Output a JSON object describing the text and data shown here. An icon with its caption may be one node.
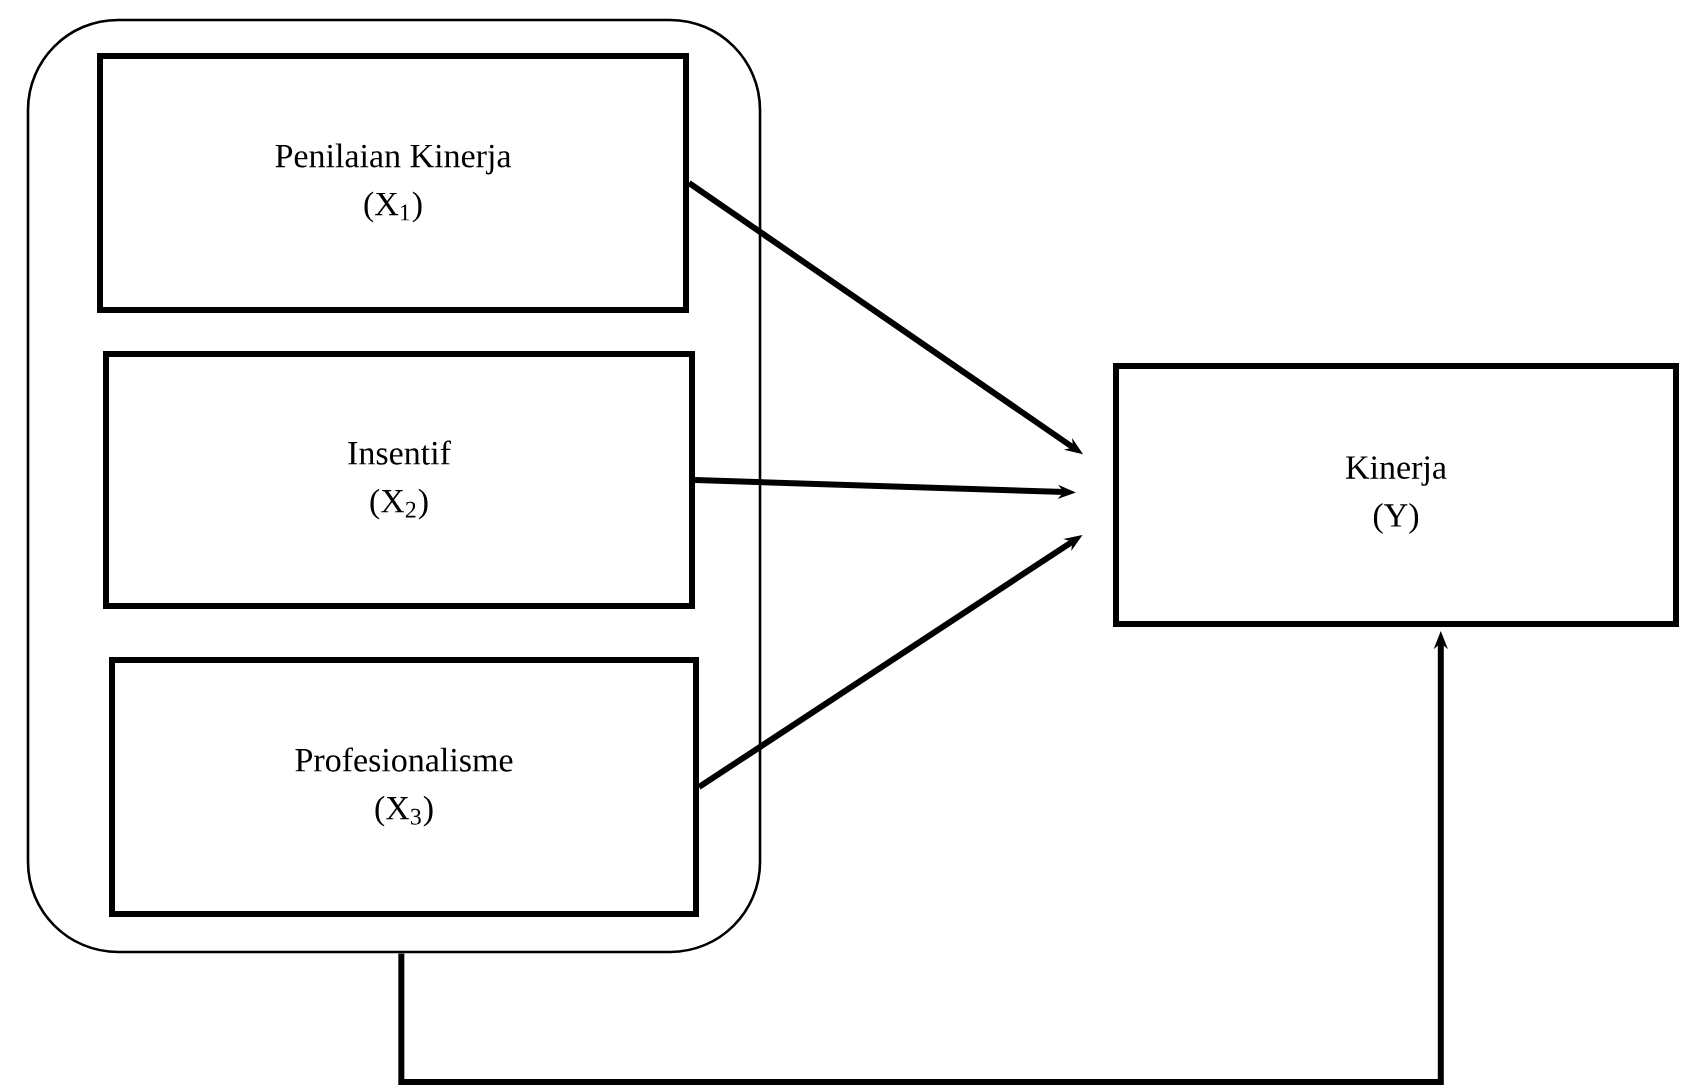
{
  "diagram": {
    "nodes": [
      {
        "text": [],
        "shape": "box"
      },
      {
        "text": [
          "Penilaian Kinerja",
          "(X$_{1}$)"
        ],
        "in": 0
      },
      {
        "text": [
          "Insentif",
          "(X$_{2}$)"
        ],
        "in": 0
      },
      {
        "text": [
          "Profesionalisme",
          "(X$_{3}$)"
        ],
        "in": 0
      },
      {
        "text": [
          "Kinerja",
          "(Y)"
        ]
      }
    ],
    "edges": [
      {
        "from": 1,
        "to": 4,
        "arrow": "to"
      },
      {
        "from": 2,
        "to": 4,
        "arrow": "to"
      },
      {
        "from": 3,
        "to": 4,
        "arrow": "to"
      },
      {
        "from": 0,
        "to": 4,
        "arrow": "to"
      }
    ]
  }
}
